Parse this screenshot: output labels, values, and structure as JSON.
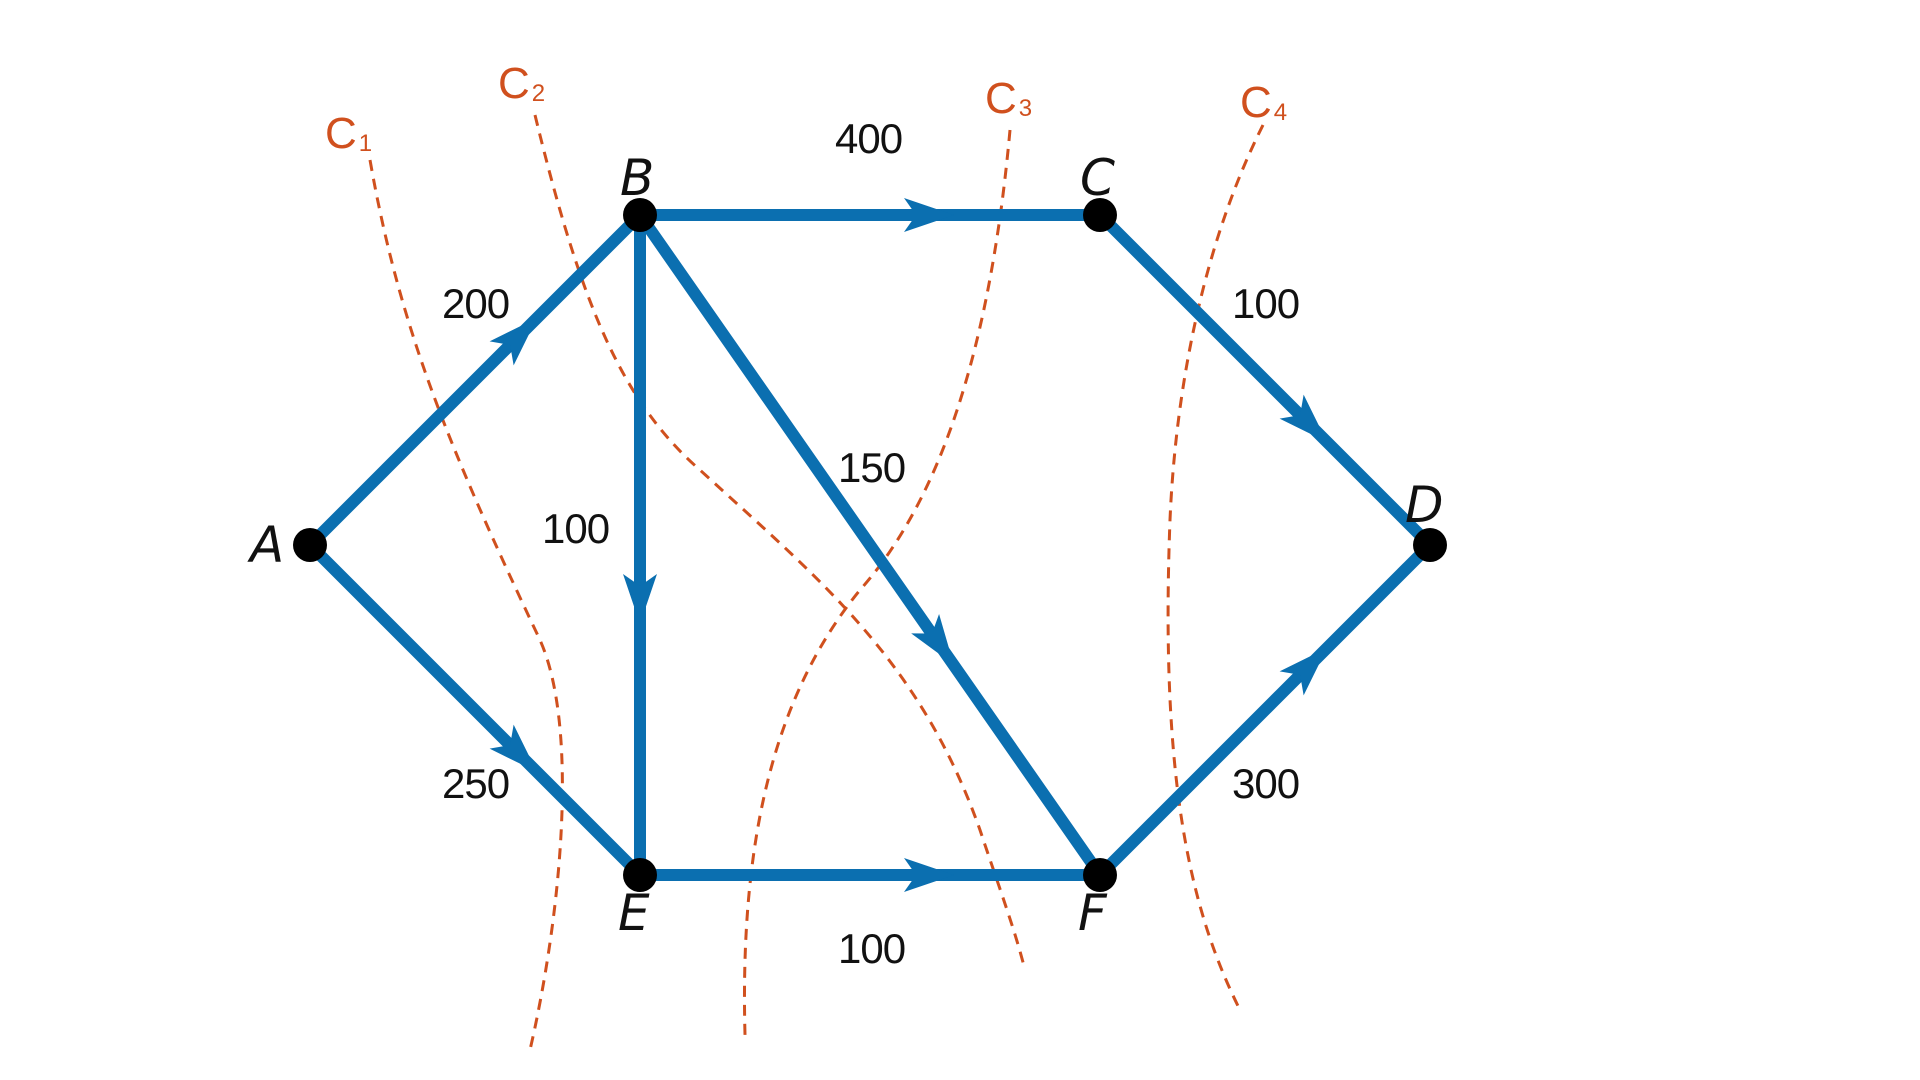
{
  "colors": {
    "edge": "#0b6fb0",
    "cut": "#d0501e",
    "node": "#000000",
    "text": "#111111"
  },
  "nodes": [
    {
      "id": "A",
      "label": "A"
    },
    {
      "id": "B",
      "label": "B"
    },
    {
      "id": "C",
      "label": "C"
    },
    {
      "id": "D",
      "label": "D"
    },
    {
      "id": "E",
      "label": "E"
    },
    {
      "id": "F",
      "label": "F"
    }
  ],
  "edges": [
    {
      "from": "A",
      "to": "B",
      "capacity": "200"
    },
    {
      "from": "A",
      "to": "E",
      "capacity": "250"
    },
    {
      "from": "B",
      "to": "C",
      "capacity": "400"
    },
    {
      "from": "B",
      "to": "E",
      "capacity": "100"
    },
    {
      "from": "B",
      "to": "F",
      "capacity": "150"
    },
    {
      "from": "E",
      "to": "F",
      "capacity": "100"
    },
    {
      "from": "C",
      "to": "D",
      "capacity": "100"
    },
    {
      "from": "F",
      "to": "D",
      "capacity": "300"
    }
  ],
  "cuts": [
    {
      "letter": "C",
      "sub": "1"
    },
    {
      "letter": "C",
      "sub": "2"
    },
    {
      "letter": "C",
      "sub": "3"
    },
    {
      "letter": "C",
      "sub": "4"
    }
  ]
}
